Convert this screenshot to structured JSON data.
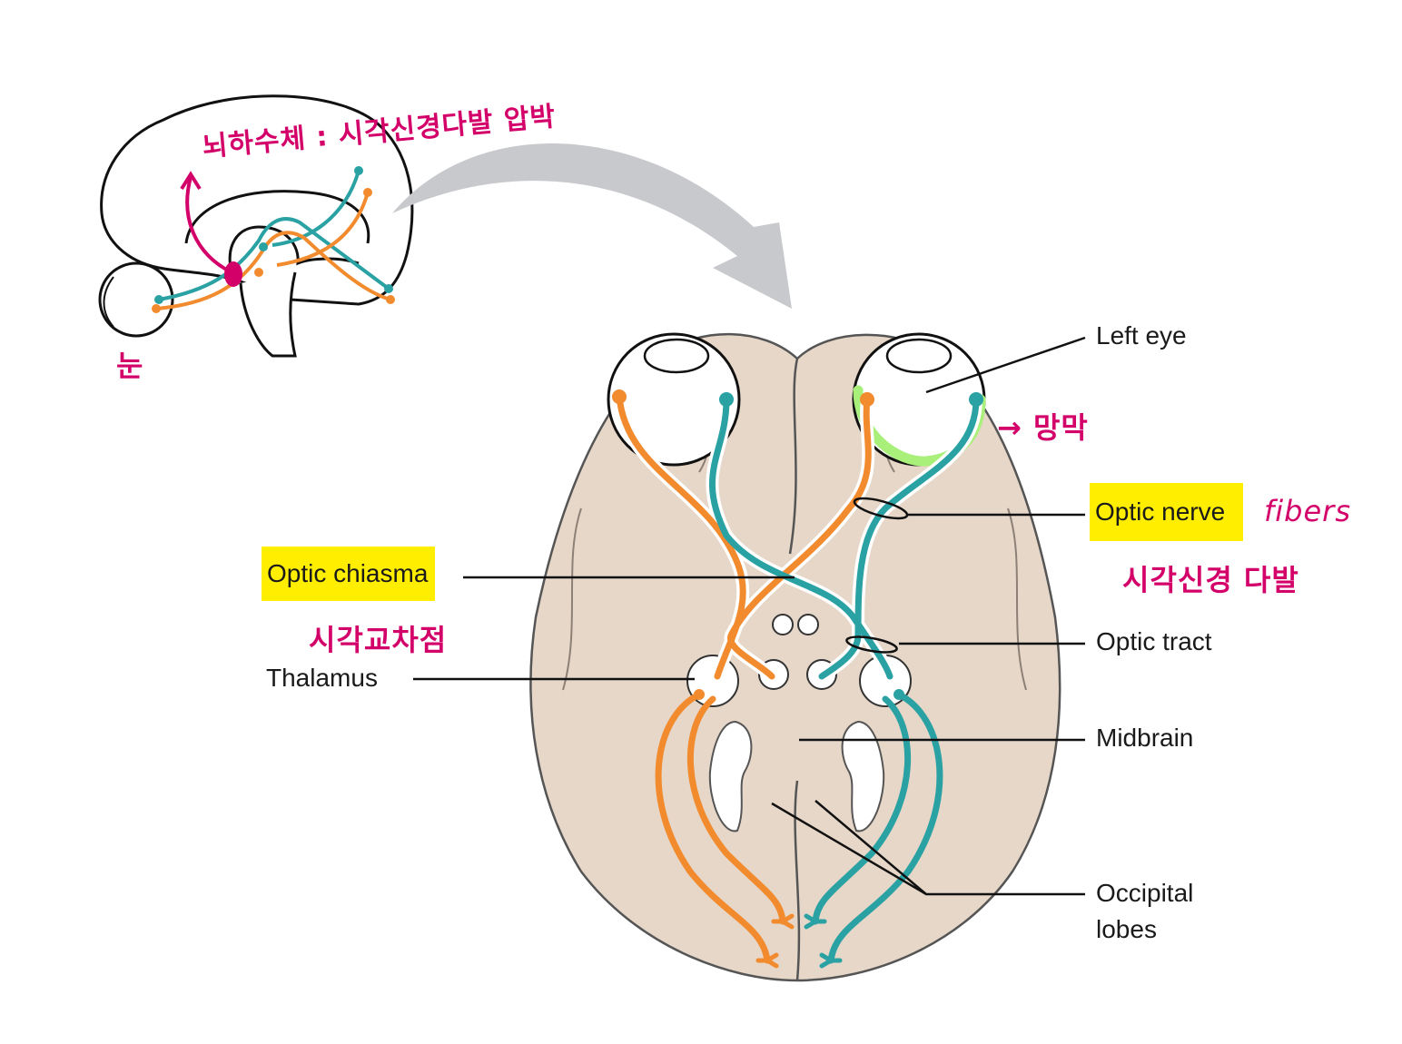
{
  "labels": {
    "left_eye": "Left eye",
    "optic_nerve": "Optic nerve",
    "optic_chiasma": "Optic chiasma",
    "optic_tract": "Optic tract",
    "thalamus": "Thalamus",
    "midbrain": "Midbrain",
    "occipital_lobes_line1": "Occipital",
    "occipital_lobes_line2": "lobes"
  },
  "annotations": {
    "pituitary": "뇌하수체 : 시각신경다발 압박",
    "eye": "눈",
    "retina": "→ 망막",
    "fibers": "fibers",
    "optic_nerve_ko": "시각신경 다발",
    "optic_chiasma_ko": "시각교차점"
  },
  "colors": {
    "orange_pathway": "#f28a2e",
    "teal_pathway": "#2aa1a3",
    "brain_fill": "#e6d7c8",
    "highlight": "#ffee00",
    "annotation": "#d4006a",
    "retina_highlight": "#a8f07a",
    "arrow": "#c8c9cc"
  }
}
